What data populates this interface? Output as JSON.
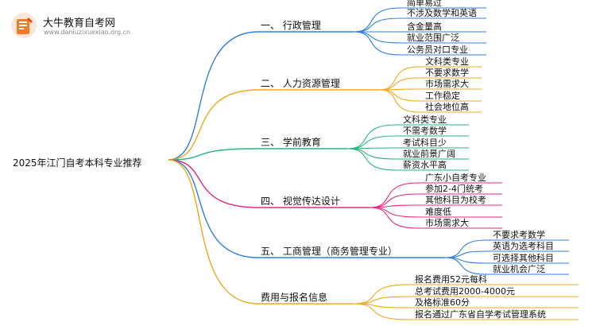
{
  "header": {
    "site_name": "大牛教育自考网",
    "site_url": "www.daniuzixuexiao.org.cn"
  },
  "root": "2025年江门自考本科专业推荐",
  "branches": [
    {
      "label": "一、 行政管理",
      "color": "#2f7fe5",
      "items": [
        "简单易过",
        "不涉及数学和英语",
        "含金量高",
        "就业范围广泛",
        "公务员对口专业"
      ]
    },
    {
      "label": "二、 人力资源管理",
      "color": "#f0a81e",
      "items": [
        "文科类专业",
        "不要求数学",
        "市场需求大",
        "工作稳定",
        "社会地位高"
      ]
    },
    {
      "label": "三、 学前教育",
      "color": "#27b57a",
      "items": [
        "文科类专业",
        "不需考数学",
        "考试科目少",
        "就业前景广阔",
        "薪资水平高"
      ]
    },
    {
      "label": "四、 视觉传达设计",
      "color": "#e8287c",
      "items": [
        "广东小自考专业",
        "参加2-4门统考",
        "其他科目为校考",
        "难度低",
        "市场需求大"
      ]
    },
    {
      "label": "五、 工商管理（商务管理专业）",
      "color": "#2f7fe5",
      "items": [
        "不要求考数学",
        "英语为选考科目",
        "可选择其他科目",
        "就业机会广泛"
      ]
    },
    {
      "label": "费用与报名信息",
      "color": "#f0a81e",
      "items": [
        "报名费用52元每科",
        "总考试费用2000-4000元",
        "及格标准60分",
        "报名通过广东省自学考试管理系统"
      ]
    }
  ]
}
